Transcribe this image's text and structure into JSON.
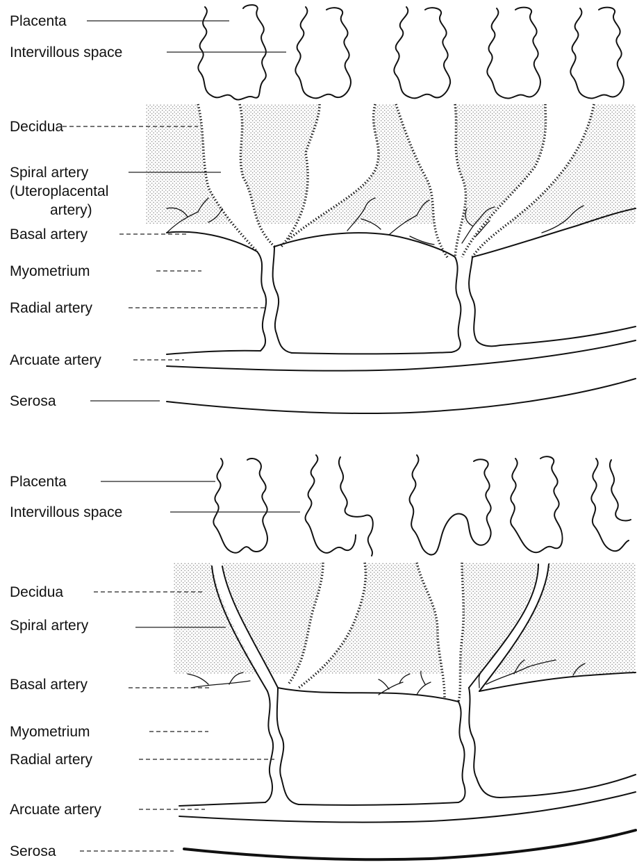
{
  "colors": {
    "ink": "#111111",
    "decidua_stipple": "#8a8a8a",
    "background": "#ffffff"
  },
  "panels": [
    {
      "id": "top",
      "labels": {
        "placenta": "Placenta",
        "intervillous_space": "Intervillous space",
        "decidua": "Decidua",
        "spiral_artery_line1": "Spiral artery",
        "spiral_artery_line2": "(Uteroplacental",
        "spiral_artery_line3": "artery)",
        "basal_artery": "Basal artery",
        "myometrium": "Myometrium",
        "radial_artery": "Radial artery",
        "arcuate_artery": "Arcuate artery",
        "serosa": "Serosa"
      }
    },
    {
      "id": "bottom",
      "labels": {
        "placenta": "Placenta",
        "intervillous_space": "Intervillous space",
        "decidua": "Decidua",
        "spiral_artery": "Spiral artery",
        "basal_artery": "Basal artery",
        "myometrium": "Myometrium",
        "radial_artery": "Radial artery",
        "arcuate_artery": "Arcuate artery",
        "serosa": "Serosa"
      }
    }
  ]
}
